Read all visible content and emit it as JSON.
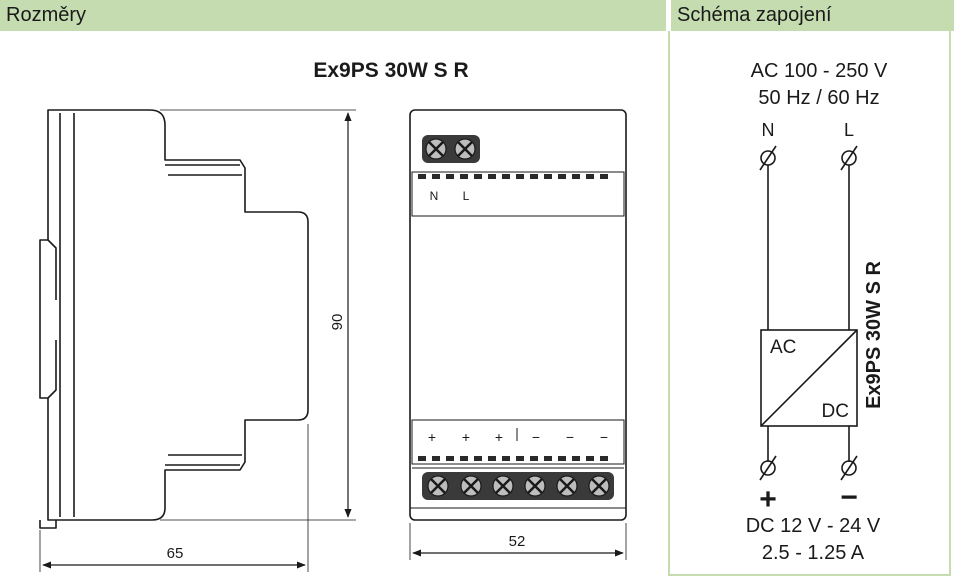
{
  "headers": {
    "left": "Rozměry",
    "right": "Schéma zapojení"
  },
  "model_title": "Ex9PS 30W S R",
  "dimensions": {
    "height": "90",
    "depth": "65",
    "width": "52"
  },
  "front_labels": {
    "n": "N",
    "l": "L",
    "outputs": [
      "+",
      "+",
      "+",
      "−",
      "−",
      "−"
    ]
  },
  "wiring": {
    "input_voltage": "AC 100 - 250 V",
    "input_freq": "50 Hz / 60 Hz",
    "n_label": "N",
    "l_label": "L",
    "ac_label": "AC",
    "dc_label": "DC",
    "plus_label": "+",
    "minus_label": "−",
    "output_voltage": "DC 12 V - 24 V",
    "output_current": "2.5 - 1.25 A",
    "vertical_model": "Ex9PS 30W S R"
  },
  "colors": {
    "header_bg": "#c5dcb1",
    "line": "#1a1a1a",
    "frame": "#c5dcb1"
  }
}
